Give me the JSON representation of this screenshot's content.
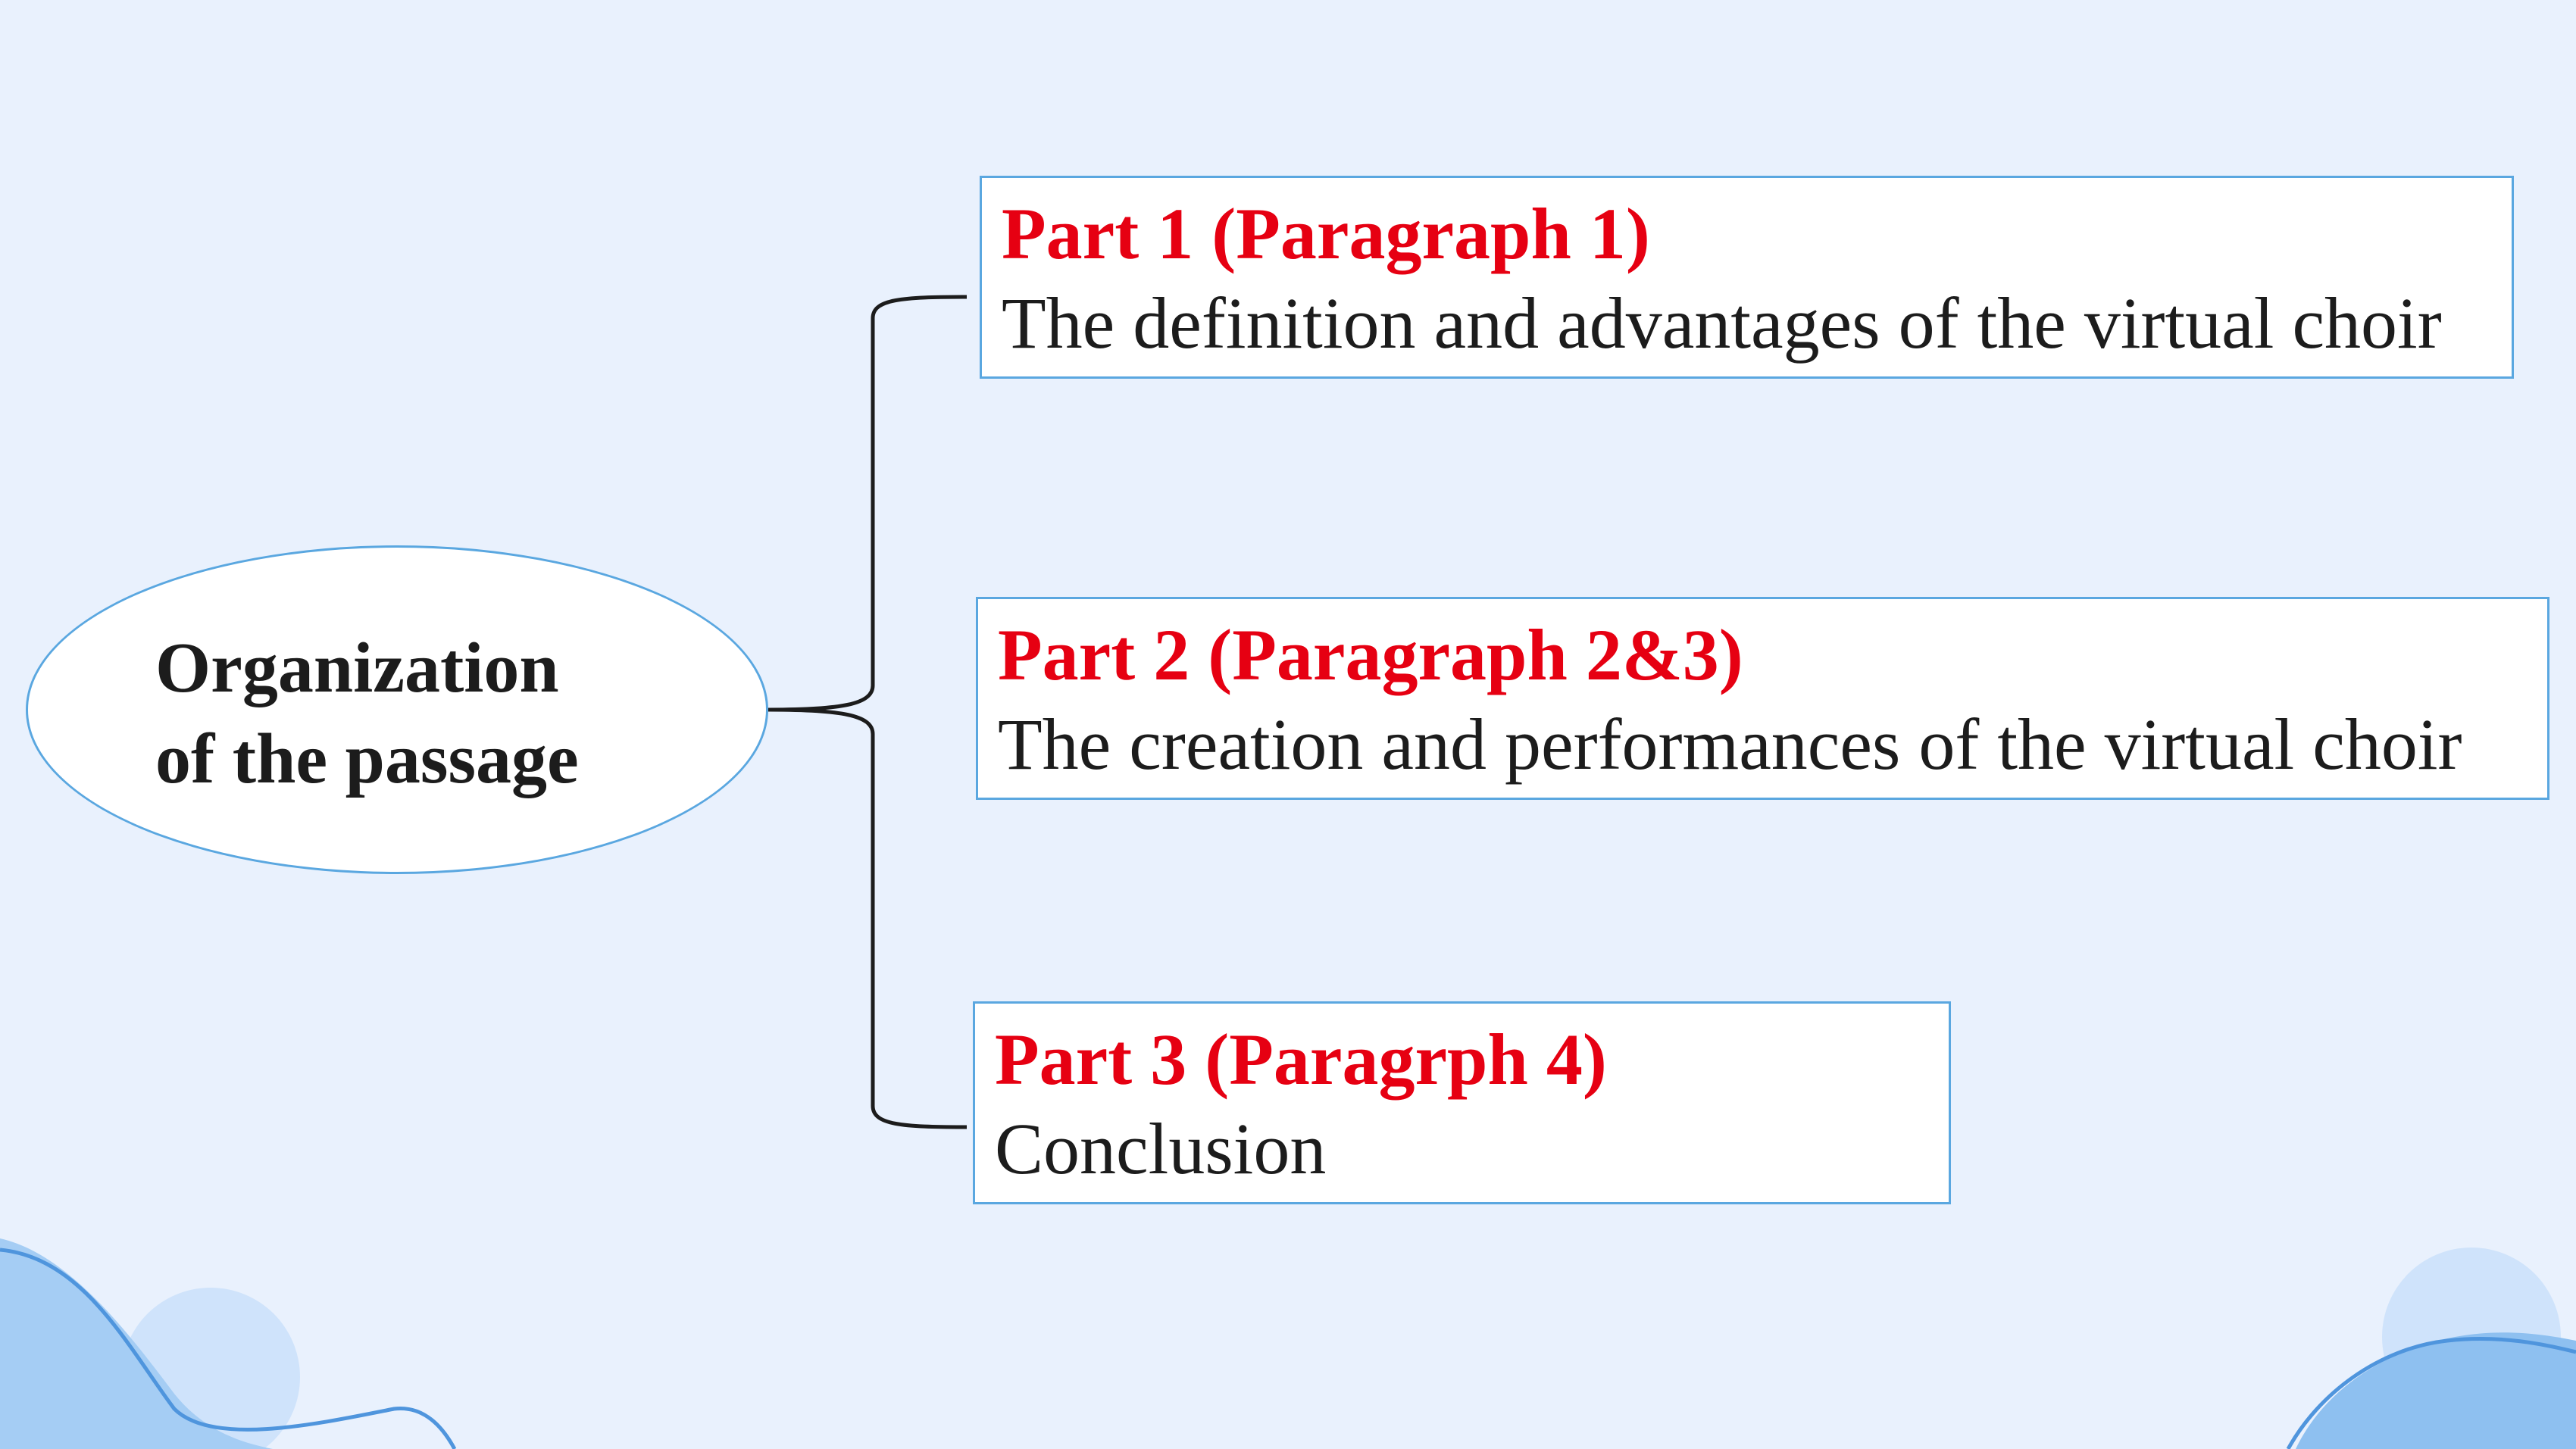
{
  "center": {
    "line1": "Organization",
    "line2": "of the passage"
  },
  "parts": [
    {
      "title": "Part 1 (Paragraph 1)",
      "description": "The definition and advantages of the virtual choir"
    },
    {
      "title": "Part 2 (Paragraph 2&3)",
      "description": "The creation and performances of the virtual choir"
    },
    {
      "title": "Part 3 (Paragrph 4)",
      "description": "Conclusion"
    }
  ],
  "colors": {
    "background": "#e9f1fd",
    "border": "#5aa7e0",
    "title": "#e60012",
    "text": "#1c1c1c",
    "wave_light": "#bcd9f7",
    "wave_mid": "#8ec0f0"
  }
}
